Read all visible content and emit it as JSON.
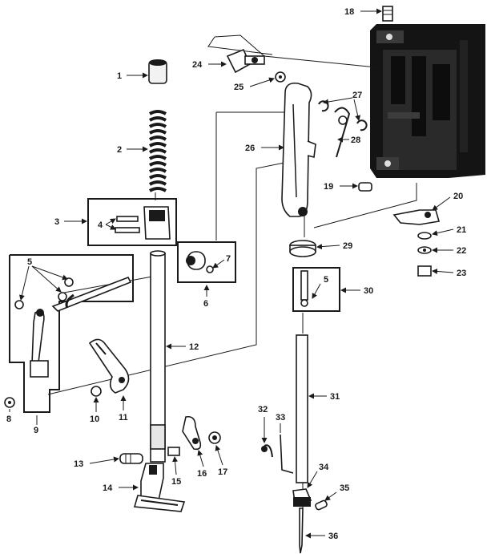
{
  "callouts": [
    {
      "id": "1",
      "label": "1"
    },
    {
      "id": "2",
      "label": "2"
    },
    {
      "id": "3",
      "label": "3"
    },
    {
      "id": "4",
      "label": "4"
    },
    {
      "id": "5a",
      "label": "5"
    },
    {
      "id": "5b",
      "label": "5"
    },
    {
      "id": "6",
      "label": "6"
    },
    {
      "id": "7",
      "label": "7"
    },
    {
      "id": "8",
      "label": "8"
    },
    {
      "id": "9",
      "label": "9"
    },
    {
      "id": "10",
      "label": "10"
    },
    {
      "id": "11",
      "label": "11"
    },
    {
      "id": "12",
      "label": "12"
    },
    {
      "id": "13",
      "label": "13"
    },
    {
      "id": "14",
      "label": "14"
    },
    {
      "id": "15",
      "label": "15"
    },
    {
      "id": "16",
      "label": "16"
    },
    {
      "id": "17",
      "label": "17"
    },
    {
      "id": "18",
      "label": "18"
    },
    {
      "id": "19",
      "label": "19"
    },
    {
      "id": "20",
      "label": "20"
    },
    {
      "id": "21",
      "label": "21"
    },
    {
      "id": "22",
      "label": "22"
    },
    {
      "id": "23",
      "label": "23"
    },
    {
      "id": "24",
      "label": "24"
    },
    {
      "id": "25",
      "label": "25"
    },
    {
      "id": "26",
      "label": "26"
    },
    {
      "id": "27",
      "label": "27"
    },
    {
      "id": "28",
      "label": "28"
    },
    {
      "id": "29",
      "label": "29"
    },
    {
      "id": "30",
      "label": "30"
    },
    {
      "id": "31",
      "label": "31"
    },
    {
      "id": "32",
      "label": "32"
    },
    {
      "id": "33",
      "label": "33"
    },
    {
      "id": "34",
      "label": "34"
    },
    {
      "id": "35",
      "label": "35"
    },
    {
      "id": "36",
      "label": "36"
    }
  ]
}
